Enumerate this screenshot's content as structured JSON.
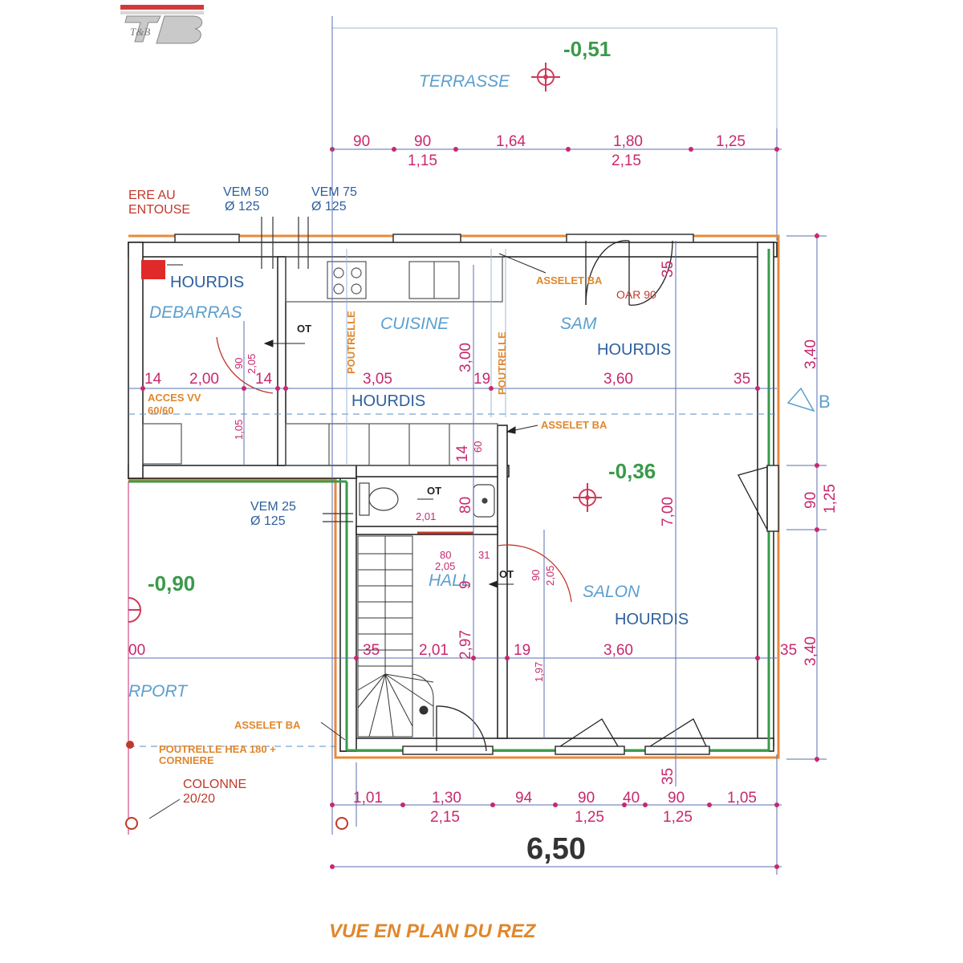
{
  "logo": {
    "text": "T&B"
  },
  "title": "VUE EN PLAN DU REZ",
  "overall_width": "6,50",
  "levels": {
    "terrace": "-0,51",
    "living": "-0,36",
    "carport": "-0,90"
  },
  "rooms": {
    "terrasse": "TERRASSE",
    "debarras": "DEBARRAS",
    "cuisine": "CUISINE",
    "sam": "SAM",
    "salon": "SALON",
    "hall": "HALL",
    "carport": "RPORT"
  },
  "hourdis": "HOURDIS",
  "vents": [
    {
      "line1": "VEM 50",
      "line2": "Ø 125"
    },
    {
      "line1": "VEM 75",
      "line2": "Ø 125"
    },
    {
      "line1": "VEM 25",
      "line2": "Ø 125"
    }
  ],
  "chimney": {
    "line1": "ERE AU",
    "line2": "ENTOUSE"
  },
  "annotations": {
    "asselet_top": "ASSELET BA",
    "asselet_mid": "ASSELET BA",
    "asselet_bottom": "ASSELET BA",
    "oar": "OAR 90",
    "poutrelle_1": "POUTRELLE",
    "poutrelle_2": "POUTRELLE",
    "poutrelle_hea": "POUTRELLE HEA 180 +",
    "corniere": "CORNIERE",
    "acces_vv": "ACCES VV",
    "acces_size": "60/60",
    "colonne": "COLONNE",
    "colonne_size": "20/20",
    "ot": "OT"
  },
  "section_marker": "B",
  "dims_top_row1": [
    "90",
    "90",
    "1,64",
    "1,80",
    "1,25"
  ],
  "dims_top_row2": [
    "1,15",
    "2,15"
  ],
  "dims_bottom_row1": [
    "1,01",
    "1,30",
    "94",
    "90",
    "40",
    "90",
    "1,05"
  ],
  "dims_bottom_row2": [
    "2,15",
    "1,25",
    "1,25"
  ],
  "dims_mid_row": [
    "14",
    "2,00",
    "14",
    "3,05",
    "19",
    "3,60",
    "35"
  ],
  "dims_low_row": [
    "00",
    "35",
    "2,01",
    "19",
    "3,60",
    "35"
  ],
  "dims_right": [
    "3,40",
    "90",
    "1,25",
    "3,40"
  ],
  "dims_vertical": [
    "3,00",
    "7,00",
    "2,97",
    "9",
    "80",
    "14",
    "60",
    "35",
    "35",
    "1,97",
    "1,05"
  ],
  "door_marks": [
    "90",
    "2,05",
    "2,01",
    "80",
    "2,05",
    "31",
    "90",
    "2,05"
  ]
}
